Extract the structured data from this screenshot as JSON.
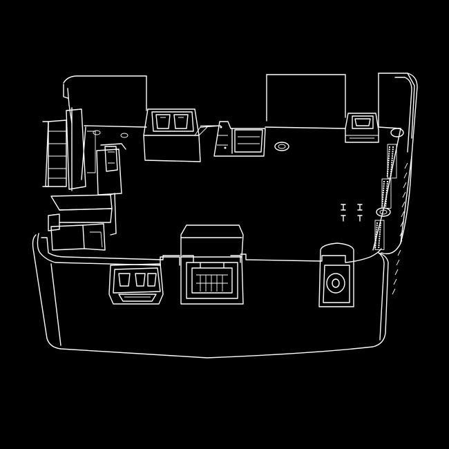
{
  "background_color": "#000000",
  "line_color": "#ffffff",
  "components": [
    {
      "name": "enclosure-base-tray",
      "kind": "line-drawing"
    },
    {
      "name": "circuit-board",
      "kind": "line-drawing"
    },
    {
      "name": "serial-port-connector",
      "kind": "line-drawing"
    },
    {
      "name": "dual-usb-port",
      "kind": "line-drawing"
    },
    {
      "name": "micro-sd-slot",
      "kind": "line-drawing"
    },
    {
      "name": "micro-usb-port",
      "kind": "line-drawing"
    },
    {
      "name": "hdmi-port",
      "kind": "line-drawing"
    },
    {
      "name": "ethernet-rj45-port",
      "kind": "line-drawing"
    },
    {
      "name": "dc-power-jack",
      "kind": "line-drawing"
    },
    {
      "name": "gpio-header-pins",
      "kind": "line-drawing"
    },
    {
      "name": "mounting-screws",
      "kind": "line-drawing"
    }
  ]
}
